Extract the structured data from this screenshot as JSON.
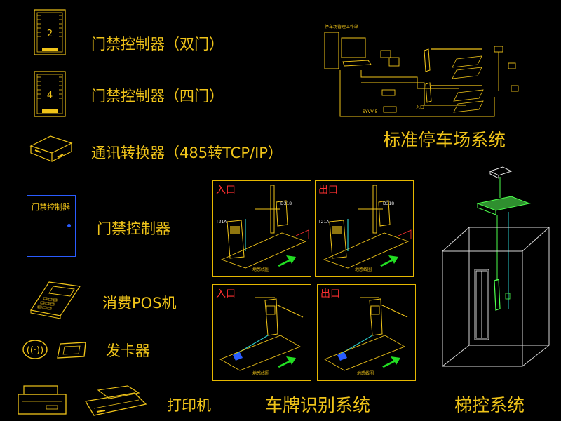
{
  "legend": [
    {
      "label": "门禁控制器（双门）",
      "icon": "door-controller-double-icon",
      "digit": "2"
    },
    {
      "label": "门禁控制器（四门）",
      "icon": "door-controller-quad-icon",
      "digit": "4"
    },
    {
      "label": "通讯转换器（485转TCP/IP）",
      "icon": "converter-icon"
    },
    {
      "label": "门禁控制器",
      "icon": "access-controller-box-icon",
      "box_text": "门禁控制器"
    },
    {
      "label": "消费POS机",
      "icon": "pos-terminal-icon"
    },
    {
      "label": "发卡器",
      "icon": "card-issuer-icon"
    },
    {
      "label": "打印机",
      "icon": "printer-icon"
    }
  ],
  "parking": {
    "title": "标准停车场系统",
    "station_label": "停车场管理工作站",
    "entry_label": "入口",
    "cable_label": "SYVV-5"
  },
  "plate": {
    "title": "车牌识别系统",
    "panels": [
      {
        "tag": "入口",
        "device": "D318",
        "pole": "T21A",
        "ground": "地感线圈"
      },
      {
        "tag": "出口",
        "device": "D318",
        "pole": "T21A",
        "ground": "地感线圈"
      },
      {
        "tag": "入口",
        "ground": "地感线圈"
      },
      {
        "tag": "出口",
        "ground": "地感线圈"
      }
    ]
  },
  "elevator": {
    "title": "梯控系统"
  },
  "colors": {
    "lines": "#f0c419",
    "panel_border": "#e6b800",
    "tag": "#ff3030",
    "arrow": "#22dd22",
    "cable": "#29c7c7",
    "controller": "#2a5cff"
  }
}
